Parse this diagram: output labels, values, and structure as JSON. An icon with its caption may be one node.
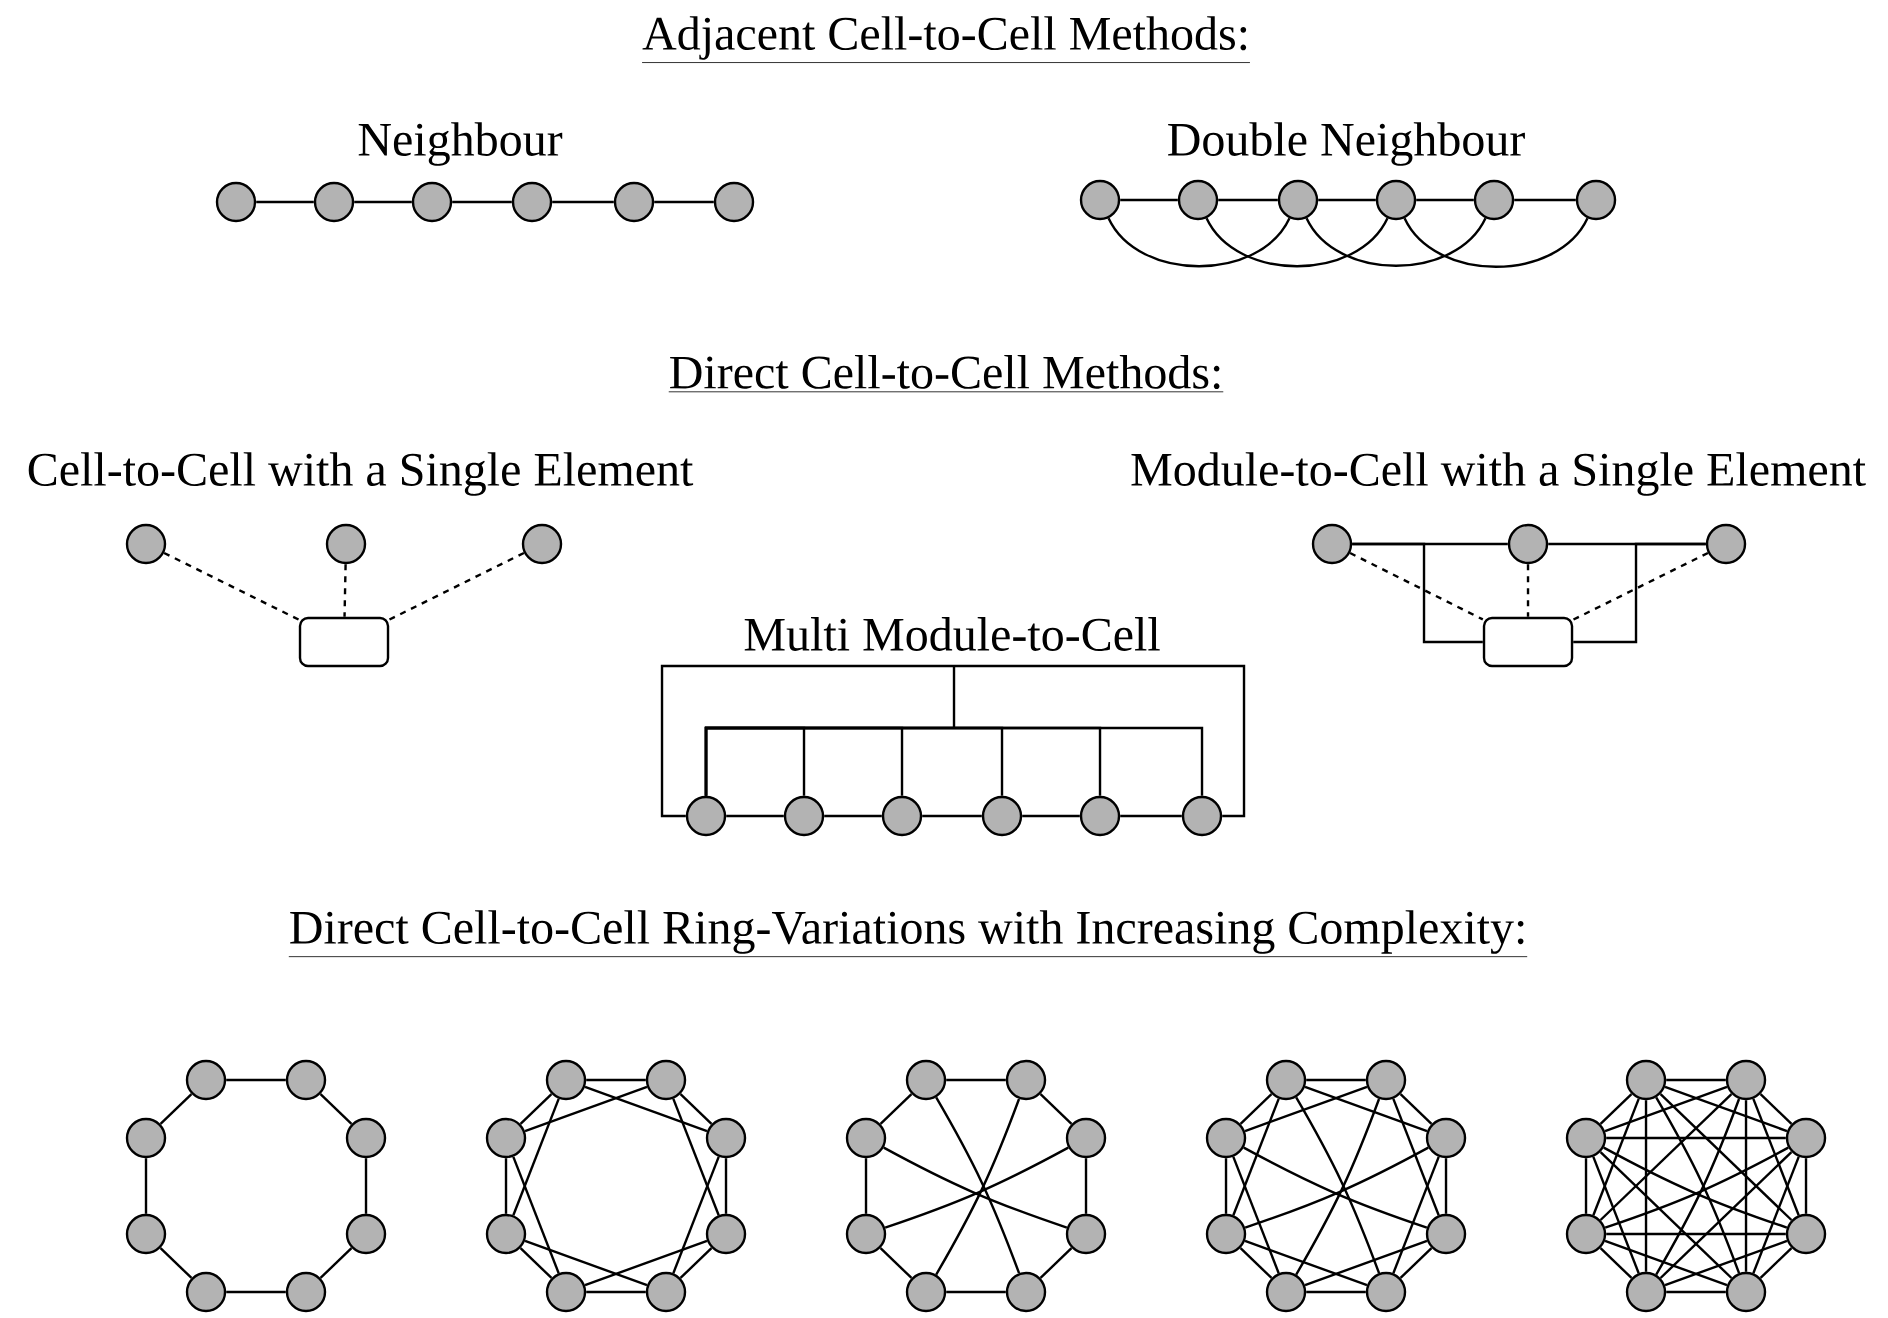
{
  "diagram": {
    "labels": [
      "Adjacent Cell-to-Cell Methods:",
      "Neighbour",
      "Double Neighbour",
      "Direct Cell-to-Cell Methods:",
      "Cell-to-Cell with a Single Element",
      "Module-to-Cell with a Single Element",
      "Multi Module-to-Cell",
      "Direct Cell-to-Cell Ring-Variations with Increasing Complexity:"
    ],
    "nodes": [
      {
        "text": [],
        "shape": "circle"
      },
      {
        "text": [],
        "shape": "circle"
      },
      {
        "text": [],
        "shape": "circle"
      },
      {
        "text": [],
        "shape": "circle"
      },
      {
        "text": [],
        "shape": "circle"
      },
      {
        "text": [],
        "shape": "circle"
      },
      {
        "text": [],
        "shape": "circle"
      },
      {
        "text": [],
        "shape": "circle"
      },
      {
        "text": [],
        "shape": "circle"
      },
      {
        "text": [],
        "shape": "circle"
      },
      {
        "text": [],
        "shape": "circle"
      },
      {
        "text": [],
        "shape": "circle"
      },
      {
        "text": [],
        "shape": "circle"
      },
      {
        "text": [],
        "shape": "circle"
      },
      {
        "text": [],
        "shape": "circle"
      },
      {
        "text": [],
        "shape": "box"
      },
      {
        "text": [],
        "shape": "circle"
      },
      {
        "text": [],
        "shape": "circle"
      },
      {
        "text": [],
        "shape": "circle"
      },
      {
        "text": [],
        "shape": "box"
      },
      {
        "text": [],
        "shape": "circle"
      },
      {
        "text": [],
        "shape": "circle"
      },
      {
        "text": [],
        "shape": "circle"
      },
      {
        "text": [],
        "shape": "circle"
      },
      {
        "text": [],
        "shape": "circle"
      },
      {
        "text": [],
        "shape": "circle"
      },
      {
        "text": [],
        "shape": "circle"
      },
      {
        "text": [],
        "shape": "circle"
      },
      {
        "text": [],
        "shape": "circle"
      },
      {
        "text": [],
        "shape": "circle"
      },
      {
        "text": [],
        "shape": "circle"
      },
      {
        "text": [],
        "shape": "circle"
      },
      {
        "text": [],
        "shape": "circle"
      },
      {
        "text": [],
        "shape": "circle"
      },
      {
        "text": [],
        "shape": "circle"
      },
      {
        "text": [],
        "shape": "circle"
      },
      {
        "text": [],
        "shape": "circle"
      },
      {
        "text": [],
        "shape": "circle"
      },
      {
        "text": [],
        "shape": "circle"
      },
      {
        "text": [],
        "shape": "circle"
      },
      {
        "text": [],
        "shape": "circle"
      },
      {
        "text": [],
        "shape": "circle"
      },
      {
        "text": [],
        "shape": "circle"
      },
      {
        "text": [],
        "shape": "circle"
      },
      {
        "text": [],
        "shape": "circle"
      },
      {
        "text": [],
        "shape": "circle"
      },
      {
        "text": [],
        "shape": "circle"
      },
      {
        "text": [],
        "shape": "circle"
      },
      {
        "text": [],
        "shape": "circle"
      },
      {
        "text": [],
        "shape": "circle"
      },
      {
        "text": [],
        "shape": "circle"
      },
      {
        "text": [],
        "shape": "circle"
      },
      {
        "text": [],
        "shape": "circle"
      },
      {
        "text": [],
        "shape": "circle"
      },
      {
        "text": [],
        "shape": "circle"
      },
      {
        "text": [],
        "shape": "circle"
      },
      {
        "text": [],
        "shape": "circle"
      },
      {
        "text": [],
        "shape": "circle"
      },
      {
        "text": [],
        "shape": "circle"
      },
      {
        "text": [],
        "shape": "circle"
      },
      {
        "text": [],
        "shape": "circle"
      },
      {
        "text": [],
        "shape": "circle"
      },
      {
        "text": [],
        "shape": "circle"
      },
      {
        "text": [],
        "shape": "circle"
      },
      {
        "text": [],
        "shape": "circle"
      },
      {
        "text": [],
        "shape": "circle"
      }
    ],
    "edges": [
      {
        "from": 0,
        "to": 1,
        "arrow": "none"
      },
      {
        "from": 1,
        "to": 2,
        "arrow": "none"
      },
      {
        "from": 2,
        "to": 3,
        "arrow": "none"
      },
      {
        "from": 3,
        "to": 4,
        "arrow": "none"
      },
      {
        "from": 4,
        "to": 5,
        "arrow": "none"
      },
      {
        "from": 6,
        "to": 7,
        "arrow": "none"
      },
      {
        "from": 7,
        "to": 8,
        "arrow": "none"
      },
      {
        "from": 8,
        "to": 9,
        "arrow": "none"
      },
      {
        "from": 9,
        "to": 10,
        "arrow": "none"
      },
      {
        "from": 10,
        "to": 11,
        "arrow": "none"
      },
      {
        "from": 6,
        "to": 8,
        "arrow": "none"
      },
      {
        "from": 7,
        "to": 9,
        "arrow": "none"
      },
      {
        "from": 8,
        "to": 10,
        "arrow": "none"
      },
      {
        "from": 9,
        "to": 11,
        "arrow": "none"
      },
      {
        "from": 12,
        "to": 15,
        "arrow": "none",
        "style": "dashed"
      },
      {
        "from": 13,
        "to": 15,
        "arrow": "none",
        "style": "dashed"
      },
      {
        "from": 14,
        "to": 15,
        "arrow": "none",
        "style": "dashed"
      },
      {
        "from": 16,
        "to": 17,
        "arrow": "none"
      },
      {
        "from": 17,
        "to": 18,
        "arrow": "none"
      },
      {
        "from": 19,
        "to": 16,
        "arrow": "none"
      },
      {
        "from": 19,
        "to": 18,
        "arrow": "none"
      },
      {
        "from": 16,
        "to": 19,
        "arrow": "none",
        "style": "dashed"
      },
      {
        "from": 17,
        "to": 19,
        "arrow": "none",
        "style": "dashed"
      },
      {
        "from": 18,
        "to": 19,
        "arrow": "none",
        "style": "dashed"
      },
      {
        "from": 20,
        "to": 21,
        "arrow": "none"
      },
      {
        "from": 21,
        "to": 22,
        "arrow": "none"
      },
      {
        "from": 22,
        "to": 23,
        "arrow": "none"
      },
      {
        "from": 23,
        "to": 24,
        "arrow": "none"
      },
      {
        "from": 24,
        "to": 25,
        "arrow": "none"
      },
      {
        "from": 20,
        "to": 25,
        "arrow": "none"
      },
      {
        "from": 20,
        "to": 21,
        "arrow": "none"
      },
      {
        "from": 20,
        "to": 22,
        "arrow": "none"
      },
      {
        "from": 20,
        "to": 23,
        "arrow": "none"
      },
      {
        "from": 20,
        "to": 24,
        "arrow": "none"
      },
      {
        "from": 20,
        "to": 25,
        "arrow": "none"
      },
      {
        "from": 26,
        "to": 27,
        "arrow": "none"
      },
      {
        "from": 27,
        "to": 28,
        "arrow": "none"
      },
      {
        "from": 28,
        "to": 29,
        "arrow": "none"
      },
      {
        "from": 29,
        "to": 30,
        "arrow": "none"
      },
      {
        "from": 30,
        "to": 31,
        "arrow": "none"
      },
      {
        "from": 31,
        "to": 32,
        "arrow": "none"
      },
      {
        "from": 32,
        "to": 33,
        "arrow": "none"
      },
      {
        "from": 33,
        "to": 26,
        "arrow": "none"
      },
      {
        "from": 34,
        "to": 35,
        "arrow": "none"
      },
      {
        "from": 35,
        "to": 36,
        "arrow": "none"
      },
      {
        "from": 36,
        "to": 37,
        "arrow": "none"
      },
      {
        "from": 37,
        "to": 38,
        "arrow": "none"
      },
      {
        "from": 38,
        "to": 39,
        "arrow": "none"
      },
      {
        "from": 39,
        "to": 40,
        "arrow": "none"
      },
      {
        "from": 40,
        "to": 41,
        "arrow": "none"
      },
      {
        "from": 41,
        "to": 34,
        "arrow": "none"
      },
      {
        "from": 34,
        "to": 36,
        "arrow": "none"
      },
      {
        "from": 35,
        "to": 37,
        "arrow": "none"
      },
      {
        "from": 36,
        "to": 38,
        "arrow": "none"
      },
      {
        "from": 37,
        "to": 39,
        "arrow": "none"
      },
      {
        "from": 38,
        "to": 40,
        "arrow": "none"
      },
      {
        "from": 39,
        "to": 41,
        "arrow": "none"
      },
      {
        "from": 40,
        "to": 34,
        "arrow": "none"
      },
      {
        "from": 41,
        "to": 35,
        "arrow": "none"
      },
      {
        "from": 42,
        "to": 43,
        "arrow": "none"
      },
      {
        "from": 43,
        "to": 44,
        "arrow": "none"
      },
      {
        "from": 44,
        "to": 45,
        "arrow": "none"
      },
      {
        "from": 45,
        "to": 46,
        "arrow": "none"
      },
      {
        "from": 46,
        "to": 47,
        "arrow": "none"
      },
      {
        "from": 47,
        "to": 48,
        "arrow": "none"
      },
      {
        "from": 48,
        "to": 49,
        "arrow": "none"
      },
      {
        "from": 49,
        "to": 42,
        "arrow": "none"
      },
      {
        "from": 42,
        "to": 46,
        "arrow": "none"
      },
      {
        "from": 43,
        "to": 47,
        "arrow": "none"
      },
      {
        "from": 44,
        "to": 48,
        "arrow": "none"
      },
      {
        "from": 45,
        "to": 49,
        "arrow": "none"
      },
      {
        "from": 50,
        "to": 51,
        "arrow": "none"
      },
      {
        "from": 51,
        "to": 52,
        "arrow": "none"
      },
      {
        "from": 52,
        "to": 53,
        "arrow": "none"
      },
      {
        "from": 53,
        "to": 54,
        "arrow": "none"
      },
      {
        "from": 54,
        "to": 55,
        "arrow": "none"
      },
      {
        "from": 55,
        "to": 56,
        "arrow": "none"
      },
      {
        "from": 56,
        "to": 57,
        "arrow": "none"
      },
      {
        "from": 57,
        "to": 50,
        "arrow": "none"
      },
      {
        "from": 50,
        "to": 52,
        "arrow": "none"
      },
      {
        "from": 51,
        "to": 53,
        "arrow": "none"
      },
      {
        "from": 52,
        "to": 54,
        "arrow": "none"
      },
      {
        "from": 53,
        "to": 55,
        "arrow": "none"
      },
      {
        "from": 54,
        "to": 56,
        "arrow": "none"
      },
      {
        "from": 55,
        "to": 57,
        "arrow": "none"
      },
      {
        "from": 56,
        "to": 50,
        "arrow": "none"
      },
      {
        "from": 57,
        "to": 51,
        "arrow": "none"
      },
      {
        "from": 50,
        "to": 54,
        "arrow": "none"
      },
      {
        "from": 51,
        "to": 55,
        "arrow": "none"
      },
      {
        "from": 52,
        "to": 56,
        "arrow": "none"
      },
      {
        "from": 53,
        "to": 57,
        "arrow": "none"
      },
      {
        "from": 58,
        "to": 59,
        "arrow": "none"
      },
      {
        "from": 59,
        "to": 60,
        "arrow": "none"
      },
      {
        "from": 60,
        "to": 61,
        "arrow": "none"
      },
      {
        "from": 61,
        "to": 62,
        "arrow": "none"
      },
      {
        "from": 62,
        "to": 63,
        "arrow": "none"
      },
      {
        "from": 63,
        "to": 64,
        "arrow": "none"
      },
      {
        "from": 64,
        "to": 65,
        "arrow": "none"
      },
      {
        "from": 65,
        "to": 58,
        "arrow": "none"
      },
      {
        "from": 58,
        "to": 60,
        "arrow": "none"
      },
      {
        "from": 59,
        "to": 61,
        "arrow": "none"
      },
      {
        "from": 60,
        "to": 62,
        "arrow": "none"
      },
      {
        "from": 61,
        "to": 63,
        "arrow": "none"
      },
      {
        "from": 62,
        "to": 64,
        "arrow": "none"
      },
      {
        "from": 63,
        "to": 65,
        "arrow": "none"
      },
      {
        "from": 64,
        "to": 58,
        "arrow": "none"
      },
      {
        "from": 65,
        "to": 59,
        "arrow": "none"
      },
      {
        "from": 58,
        "to": 61,
        "arrow": "none"
      },
      {
        "from": 59,
        "to": 62,
        "arrow": "none"
      },
      {
        "from": 60,
        "to": 63,
        "arrow": "none"
      },
      {
        "from": 61,
        "to": 64,
        "arrow": "none"
      },
      {
        "from": 62,
        "to": 65,
        "arrow": "none"
      },
      {
        "from": 63,
        "to": 58,
        "arrow": "none"
      },
      {
        "from": 64,
        "to": 59,
        "arrow": "none"
      },
      {
        "from": 65,
        "to": 60,
        "arrow": "none"
      },
      {
        "from": 58,
        "to": 62,
        "arrow": "none"
      },
      {
        "from": 59,
        "to": 63,
        "arrow": "none"
      },
      {
        "from": 60,
        "to": 64,
        "arrow": "none"
      },
      {
        "from": 61,
        "to": 65,
        "arrow": "none"
      }
    ]
  }
}
